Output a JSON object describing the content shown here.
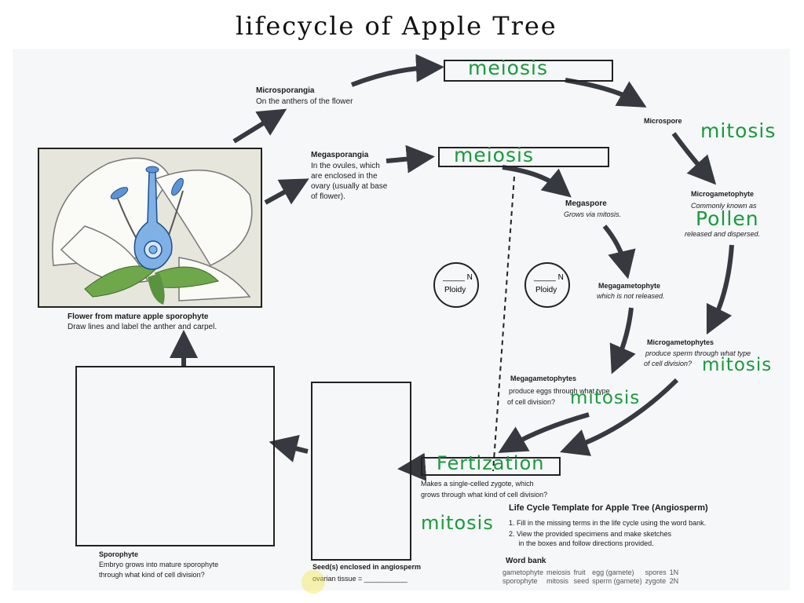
{
  "title": "lifecycle of Apple Tree",
  "labels": {
    "microsporangia_title": "Microsporangia",
    "microsporangia_desc": "On the anthers of the flower",
    "megasporangia_title": "Megasporangia",
    "megasporangia_desc": [
      "In the ovules, which",
      "are enclosed in the",
      "ovary (usually at base",
      "of flower)."
    ],
    "microspore": "Microspore",
    "microgametophyte_title": "Microgametophyte",
    "microgametophyte_desc1": "Commonly known as",
    "microgametophyte_desc2": "released and dispersed.",
    "megaspore_title": "Megaspore",
    "megaspore_desc": "Grows via mitosis.",
    "megagametophyte_title": "Megagametophyte",
    "megagametophyte_desc": "which is not released.",
    "microgametophytes_title": "Microgametophytes",
    "microgametophytes_desc": [
      "produce sperm through what type",
      "of cell division?"
    ],
    "megagametophytes_title": "Megagametophytes",
    "megagametophytes_desc": [
      "produce eggs through what type",
      "of cell division?"
    ],
    "zygote_desc": [
      "Makes a single-celled zygote, which",
      "grows through what kind of cell division?"
    ],
    "flower_caption_title": "Flower from mature apple sporophyte",
    "flower_caption_desc": "Draw lines and label the anther and carpel.",
    "sporophyte_title": "Sporophyte",
    "sporophyte_desc": [
      "Embryo grows into mature sporophyte",
      "through what kind of cell division?"
    ],
    "seed_desc": [
      "Seed(s) enclosed in angiosperm",
      "ovarian tissue = ___________"
    ],
    "ploidy_n": "_____ N",
    "ploidy_label": "Ploidy"
  },
  "handwritten": {
    "meiosis_top": "meiosis",
    "meiosis_mid": "meiosis",
    "mitosis_microspore": "mitosis",
    "pollen": "Pollen",
    "mitosis_micro": "mitosis",
    "mitosis_mega": "mitosis",
    "fertilization": "Fertization",
    "mitosis_zygote": "mitosis"
  },
  "template": {
    "heading": "Life Cycle Template for Apple Tree (Angiosperm)",
    "steps": [
      "1.  Fill in the missing terms in the life cycle using the word bank.",
      "2.  View the provided specimens and make sketches",
      "     in the boxes and follow directions provided."
    ],
    "word_bank_title": "Word bank",
    "word_bank": [
      [
        "gametophyte",
        "meiosis",
        "fruit",
        "egg (gamete)",
        "spores",
        "1N"
      ],
      [
        "sporophyte",
        "mitosis",
        "seed",
        "sperm (gamete)",
        "zygote",
        "2N"
      ]
    ]
  },
  "colors": {
    "handwriting": "#1a9a3c",
    "arrow": "#363a40",
    "flower_blue": "#5b95d6",
    "leaf_green": "#6fa84a"
  }
}
